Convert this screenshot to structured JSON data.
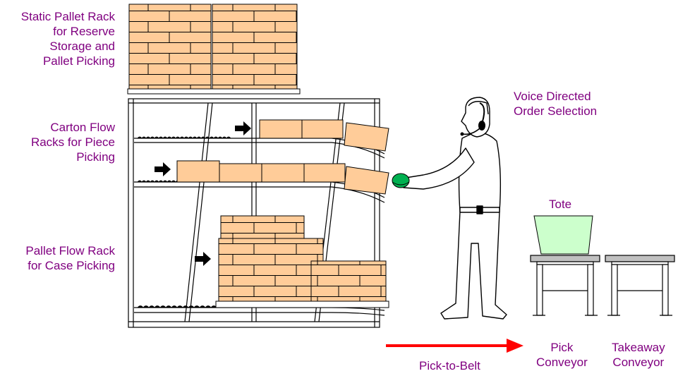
{
  "labels": {
    "static_pallet_rack": [
      "Static Pallet Rack",
      "for Reserve",
      "Storage and",
      "Pallet Picking"
    ],
    "carton_flow": [
      "Carton Flow",
      "Racks for Piece",
      "Picking"
    ],
    "pallet_flow": [
      "Pallet Flow Rack",
      "for Case Picking"
    ],
    "voice": [
      "Voice Directed",
      "Order Selection"
    ],
    "tote": "Tote",
    "pick_to_belt": "Pick-to-Belt",
    "pick_conveyor": [
      "Pick",
      "Conveyor"
    ],
    "takeaway_conveyor": [
      "Takeaway",
      "Conveyor"
    ]
  },
  "colors": {
    "label_text": "#800080",
    "carton_fill": "#FFCC99",
    "tote_fill": "#CCFFCC",
    "scanner_fill": "#00B050",
    "arrow_red": "#FF0000",
    "outline": "#000000"
  },
  "icons": {
    "arrow": "right-arrow-icon",
    "worker": "order-picker-figure",
    "headset": "headset-icon",
    "scanner": "handheld-scanner-icon"
  }
}
